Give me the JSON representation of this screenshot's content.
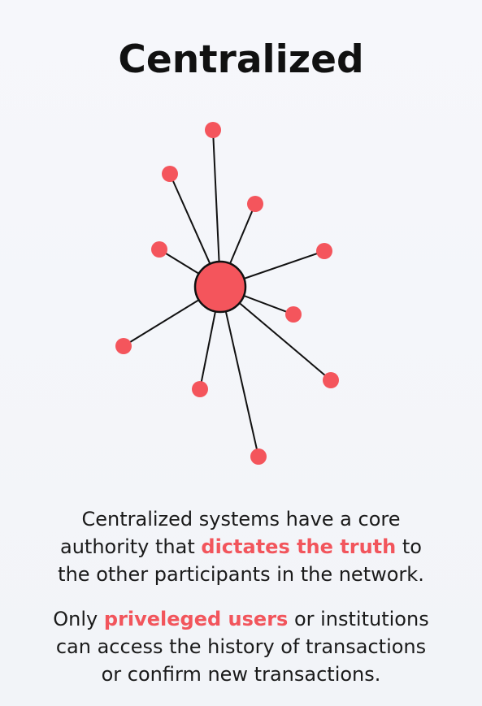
{
  "title": "Centralized",
  "colors": {
    "node_fill": "#f4555c",
    "edge": "#111111",
    "highlight": "#f2555c",
    "text": "#1a1a1a"
  },
  "diagram": {
    "hub": "central-authority",
    "peripheral_node_count": 10
  },
  "paragraph1": {
    "line1": "Centralized systems have a core",
    "line2_before": "authority that ",
    "line2_highlight": "dictates the truth",
    "line2_after": " to",
    "line3": "the other participants in the network."
  },
  "paragraph2": {
    "line1_before": "Only ",
    "line1_highlight": "priveleged users",
    "line1_after": " or institutions",
    "line2": "can access the history of transactions",
    "line3": "or confirm new transactions."
  }
}
